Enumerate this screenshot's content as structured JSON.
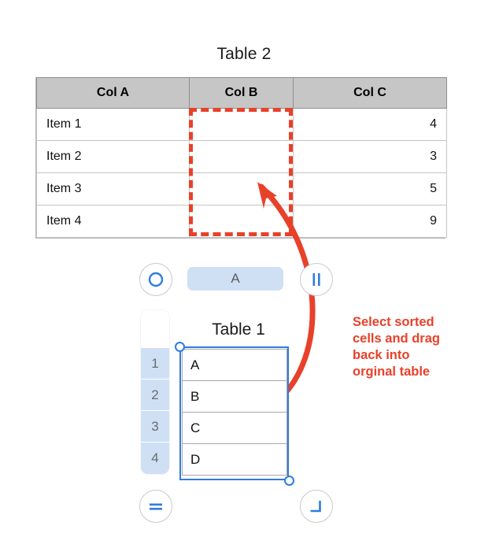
{
  "table2": {
    "title": "Table 2",
    "columns": [
      "Col A",
      "Col B",
      "Col C"
    ],
    "rows": [
      {
        "a": "Item 1",
        "b": "",
        "c": "4"
      },
      {
        "a": "Item 2",
        "b": "",
        "c": "3"
      },
      {
        "a": "Item 3",
        "b": "",
        "c": "5"
      },
      {
        "a": "Item 4",
        "b": "",
        "c": "9"
      }
    ],
    "drop_target_column": "Col B"
  },
  "table1": {
    "title": "Table 1",
    "column_header": "A",
    "row_numbers": [
      "1",
      "2",
      "3",
      "4"
    ],
    "cells": [
      "A",
      "B",
      "C",
      "D"
    ]
  },
  "toolbar": {
    "circle_button_label": "",
    "pause_button_label": "",
    "equals_button_label": "",
    "corner_button_label": ""
  },
  "annotation": {
    "line1": "Select sorted",
    "line2": "cells and drag",
    "line3": "back into",
    "line4": "orginal table"
  },
  "colors": {
    "annotation_red": "#e8412a",
    "selection_blue": "#2f7ce0",
    "header_grey": "#c6c6c6",
    "pill_blue": "#cfe0f5"
  }
}
